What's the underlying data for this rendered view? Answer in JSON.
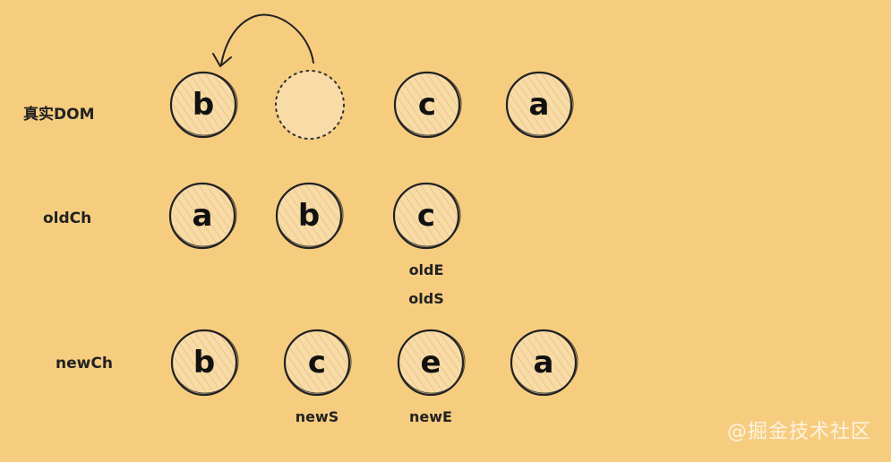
{
  "rows": [
    {
      "label": "真实DOM",
      "nodes": [
        {
          "letter": "b",
          "placeholder": false
        },
        {
          "letter": "",
          "placeholder": true
        },
        {
          "letter": "c",
          "placeholder": false
        },
        {
          "letter": "a",
          "placeholder": false
        }
      ]
    },
    {
      "label": "oldCh",
      "nodes": [
        {
          "letter": "a",
          "placeholder": false
        },
        {
          "letter": "b",
          "placeholder": false
        },
        {
          "letter": "c",
          "placeholder": false
        }
      ]
    },
    {
      "label": "newCh",
      "nodes": [
        {
          "letter": "b",
          "placeholder": false
        },
        {
          "letter": "c",
          "placeholder": false
        },
        {
          "letter": "e",
          "placeholder": false
        },
        {
          "letter": "a",
          "placeholder": false
        }
      ]
    }
  ],
  "pointers": [
    {
      "text": "oldE",
      "row": 1,
      "node": 2,
      "line": 0
    },
    {
      "text": "oldS",
      "row": 1,
      "node": 2,
      "line": 1
    },
    {
      "text": "newS",
      "row": 2,
      "node": 1,
      "line": 0
    },
    {
      "text": "newE",
      "row": 2,
      "node": 2,
      "line": 0
    }
  ],
  "arrow": {
    "from_row": 0,
    "from_node": 1,
    "to_node": 0
  },
  "watermark": "@掘金技术社区",
  "colors": {
    "background": "#f6cd7f",
    "node_fill": "#f8dba6",
    "ink": "#222222"
  }
}
